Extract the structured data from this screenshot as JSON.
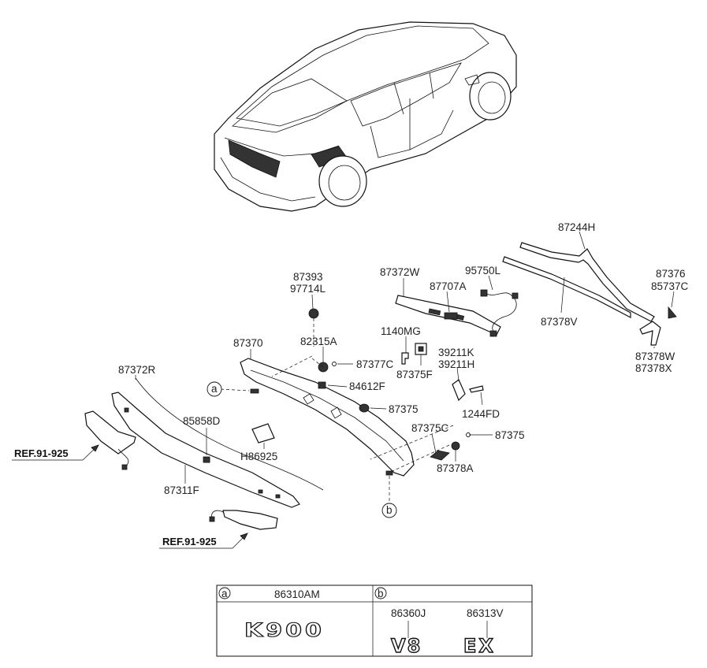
{
  "labels": {
    "p87244H": "87244H",
    "p87393": "87393",
    "p97714L": "97714L",
    "p87372W": "87372W",
    "p95750L": "95750L",
    "p87707A": "87707A",
    "p87376": "87376",
    "p85737C": "85737C",
    "p87378V": "87378V",
    "p87370": "87370",
    "p82315A": "82315A",
    "p1140MG": "1140MG",
    "p87377C": "87377C",
    "p87375F": "87375F",
    "p39211K": "39211K",
    "p39211H": "39211H",
    "p87378W": "87378W",
    "p87378X": "87378X",
    "p87372R": "87372R",
    "p84612F": "84612F",
    "p87375a": "87375",
    "p1244FD": "1244FD",
    "p85858D": "85858D",
    "p87375C": "87375C",
    "p87375b": "87375",
    "pH86925": "H86925",
    "p87378A": "87378A",
    "p87311F": "87311F"
  },
  "refs": {
    "left": "REF.91-925",
    "bottom": "REF.91-925"
  },
  "callouts": {
    "a": "a",
    "b": "b"
  },
  "table": {
    "a_marker": "a",
    "a_part": "86310AM",
    "a_emblem": "K900",
    "b_marker": "b",
    "b_part1": "86360J",
    "b_emblem1": "V8",
    "b_part2": "86313V",
    "b_emblem2": "EX"
  }
}
